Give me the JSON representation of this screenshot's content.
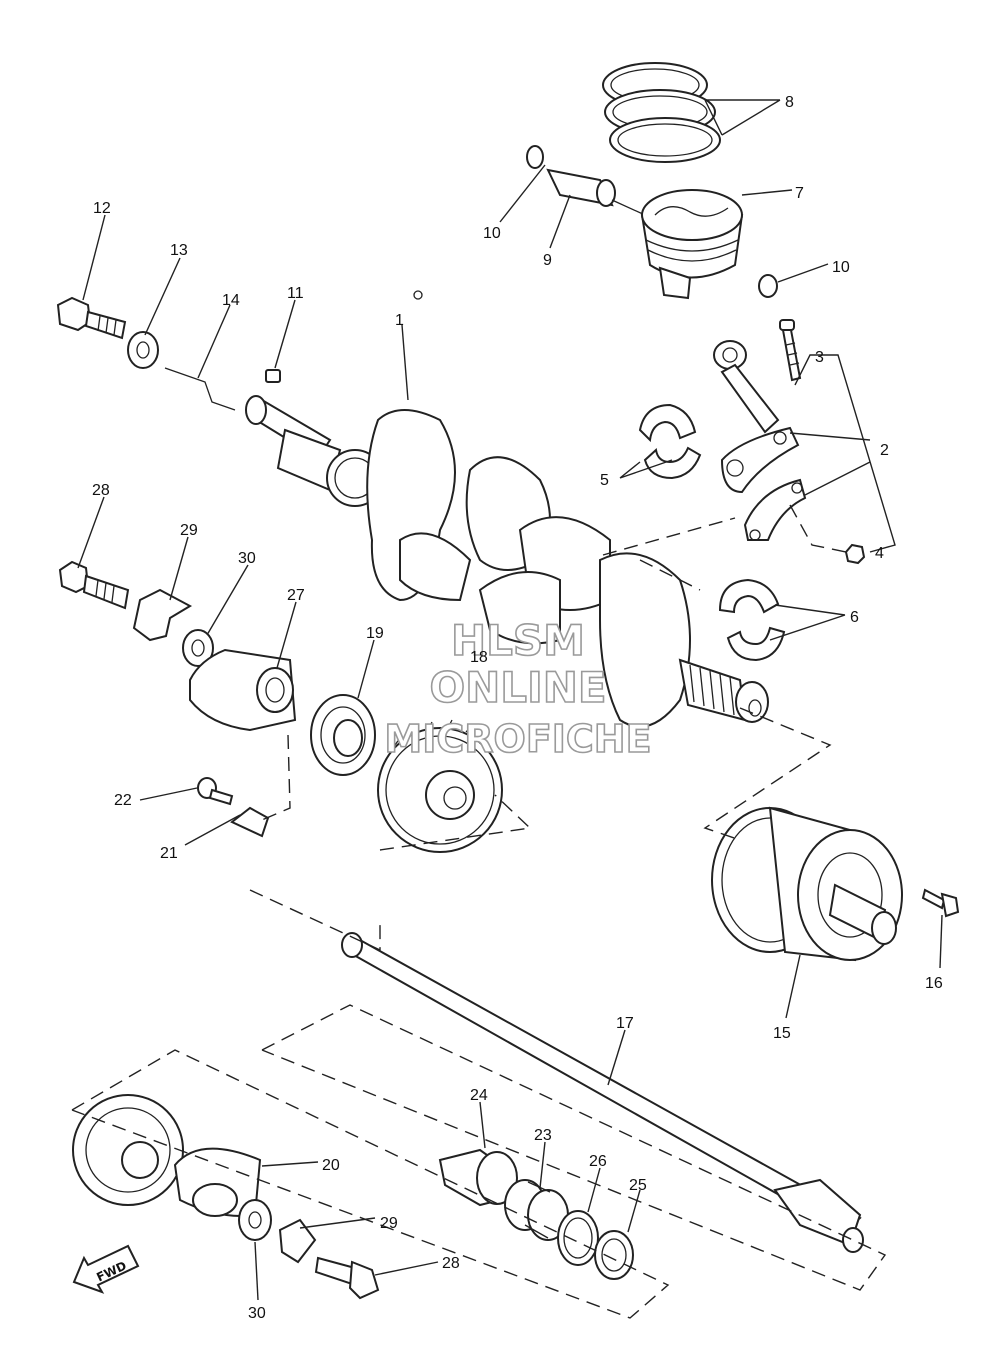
{
  "watermark": {
    "line1": "HLSM",
    "line2": "ONLINE",
    "line3": "MICROFICHE"
  },
  "direction_label": "FWD",
  "callouts": {
    "p1": "1",
    "p2": "2",
    "p3": "3",
    "p4": "4",
    "p5": "5",
    "p6": "6",
    "p7": "7",
    "p8": "8",
    "p9": "9",
    "p10a": "10",
    "p10b": "10",
    "p11": "11",
    "p12": "12",
    "p13": "13",
    "p14": "14",
    "p15": "15",
    "p16": "16",
    "p17": "17",
    "p18": "18",
    "p19": "19",
    "p20": "20",
    "p21": "21",
    "p22": "22",
    "p23": "23",
    "p24": "24",
    "p25": "25",
    "p26": "26",
    "p27": "27",
    "p28a": "28",
    "p28b": "28",
    "p29a": "29",
    "p29b": "29",
    "p30a": "30",
    "p30b": "30"
  }
}
